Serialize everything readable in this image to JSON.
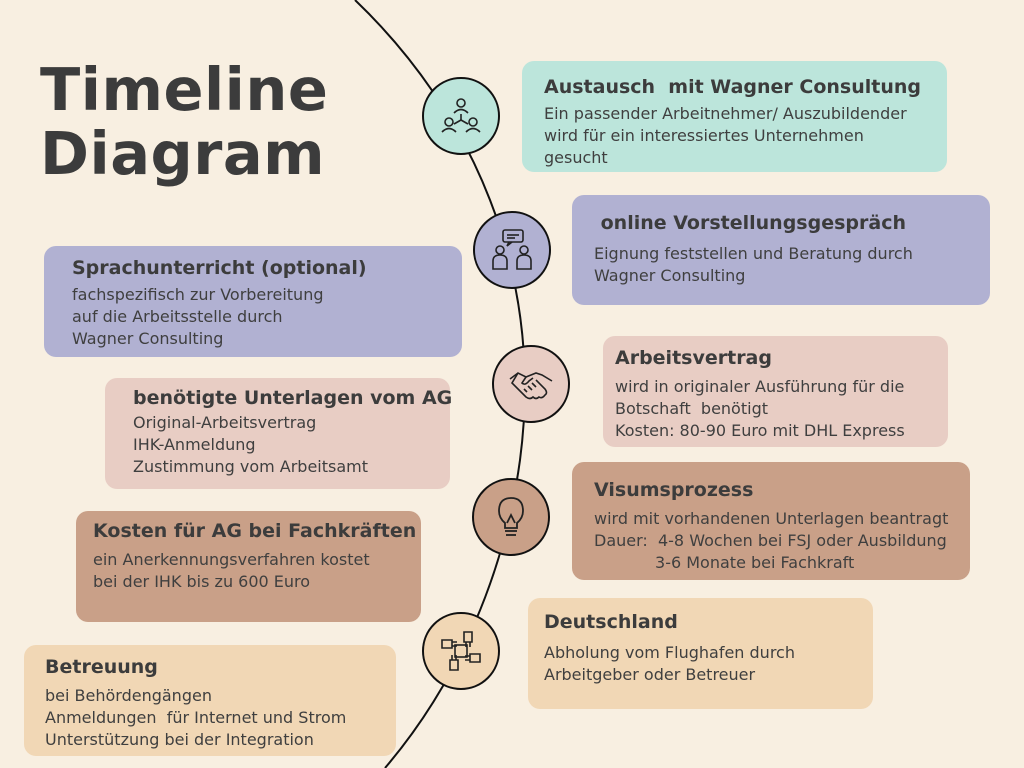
{
  "title": {
    "line1": "Timeline",
    "line2": "Diagram"
  },
  "colors": {
    "background": "#f8efe1",
    "teal": "#bce5db",
    "lavender": "#b1b1d2",
    "pink": "#e8cdc4",
    "terracotta": "#c9a088",
    "peach": "#f1d7b5"
  },
  "steps": [
    {
      "icon": "people-network-icon",
      "heading": "Austausch  mit Wagner Consultung",
      "lines": [
        "Ein passender Arbeitnehmer/ Auszubildender",
        "wird für ein interessiertes Unternehmen",
        "gesucht"
      ]
    },
    {
      "icon": "interview-chat-icon",
      "heading": " online Vorstellungsgespräch",
      "lines": [
        "Eignung feststellen und Beratung durch",
        "Wagner Consulting"
      ]
    },
    {
      "icon": "handshake-icon",
      "heading": "Arbeitsvertrag",
      "lines": [
        "wird in originaler Ausführung für die",
        "Botschaft  benötigt",
        "Kosten: 80-90 Euro mit DHL Express"
      ]
    },
    {
      "icon": "lightbulb-icon",
      "heading": "Visumsprozess",
      "lines": [
        "wird mit vorhandenen Unterlagen beantragt",
        "Dauer:  4-8 Wochen bei FSJ oder Ausbildung",
        "            3-6 Monate bei Fachkraft"
      ]
    },
    {
      "icon": "joined-hands-icon",
      "heading": "Deutschland",
      "lines": [
        "Abholung vom Flughafen durch",
        "Arbeitgeber oder Betreuer"
      ]
    }
  ],
  "side_notes": [
    {
      "heading": "Sprachunterricht (optional)",
      "lines": [
        "fachspezifisch zur Vorbereitung",
        "auf die Arbeitsstelle durch",
        "Wagner Consulting"
      ]
    },
    {
      "heading": "benötigte Unterlagen vom AG",
      "lines": [
        "Original-Arbeitsvertrag",
        "IHK-Anmeldung",
        "Zustimmung vom Arbeitsamt"
      ]
    },
    {
      "heading": "Kosten für AG bei Fachkräften",
      "lines": [
        "ein Anerkennungsverfahren kostet",
        "bei der IHK bis zu 600 Euro"
      ]
    },
    {
      "heading": "Betreuung",
      "lines": [
        "bei Behördengängen",
        "Anmeldungen  für Internet und Strom",
        "Unterstützung bei der Integration"
      ]
    }
  ]
}
